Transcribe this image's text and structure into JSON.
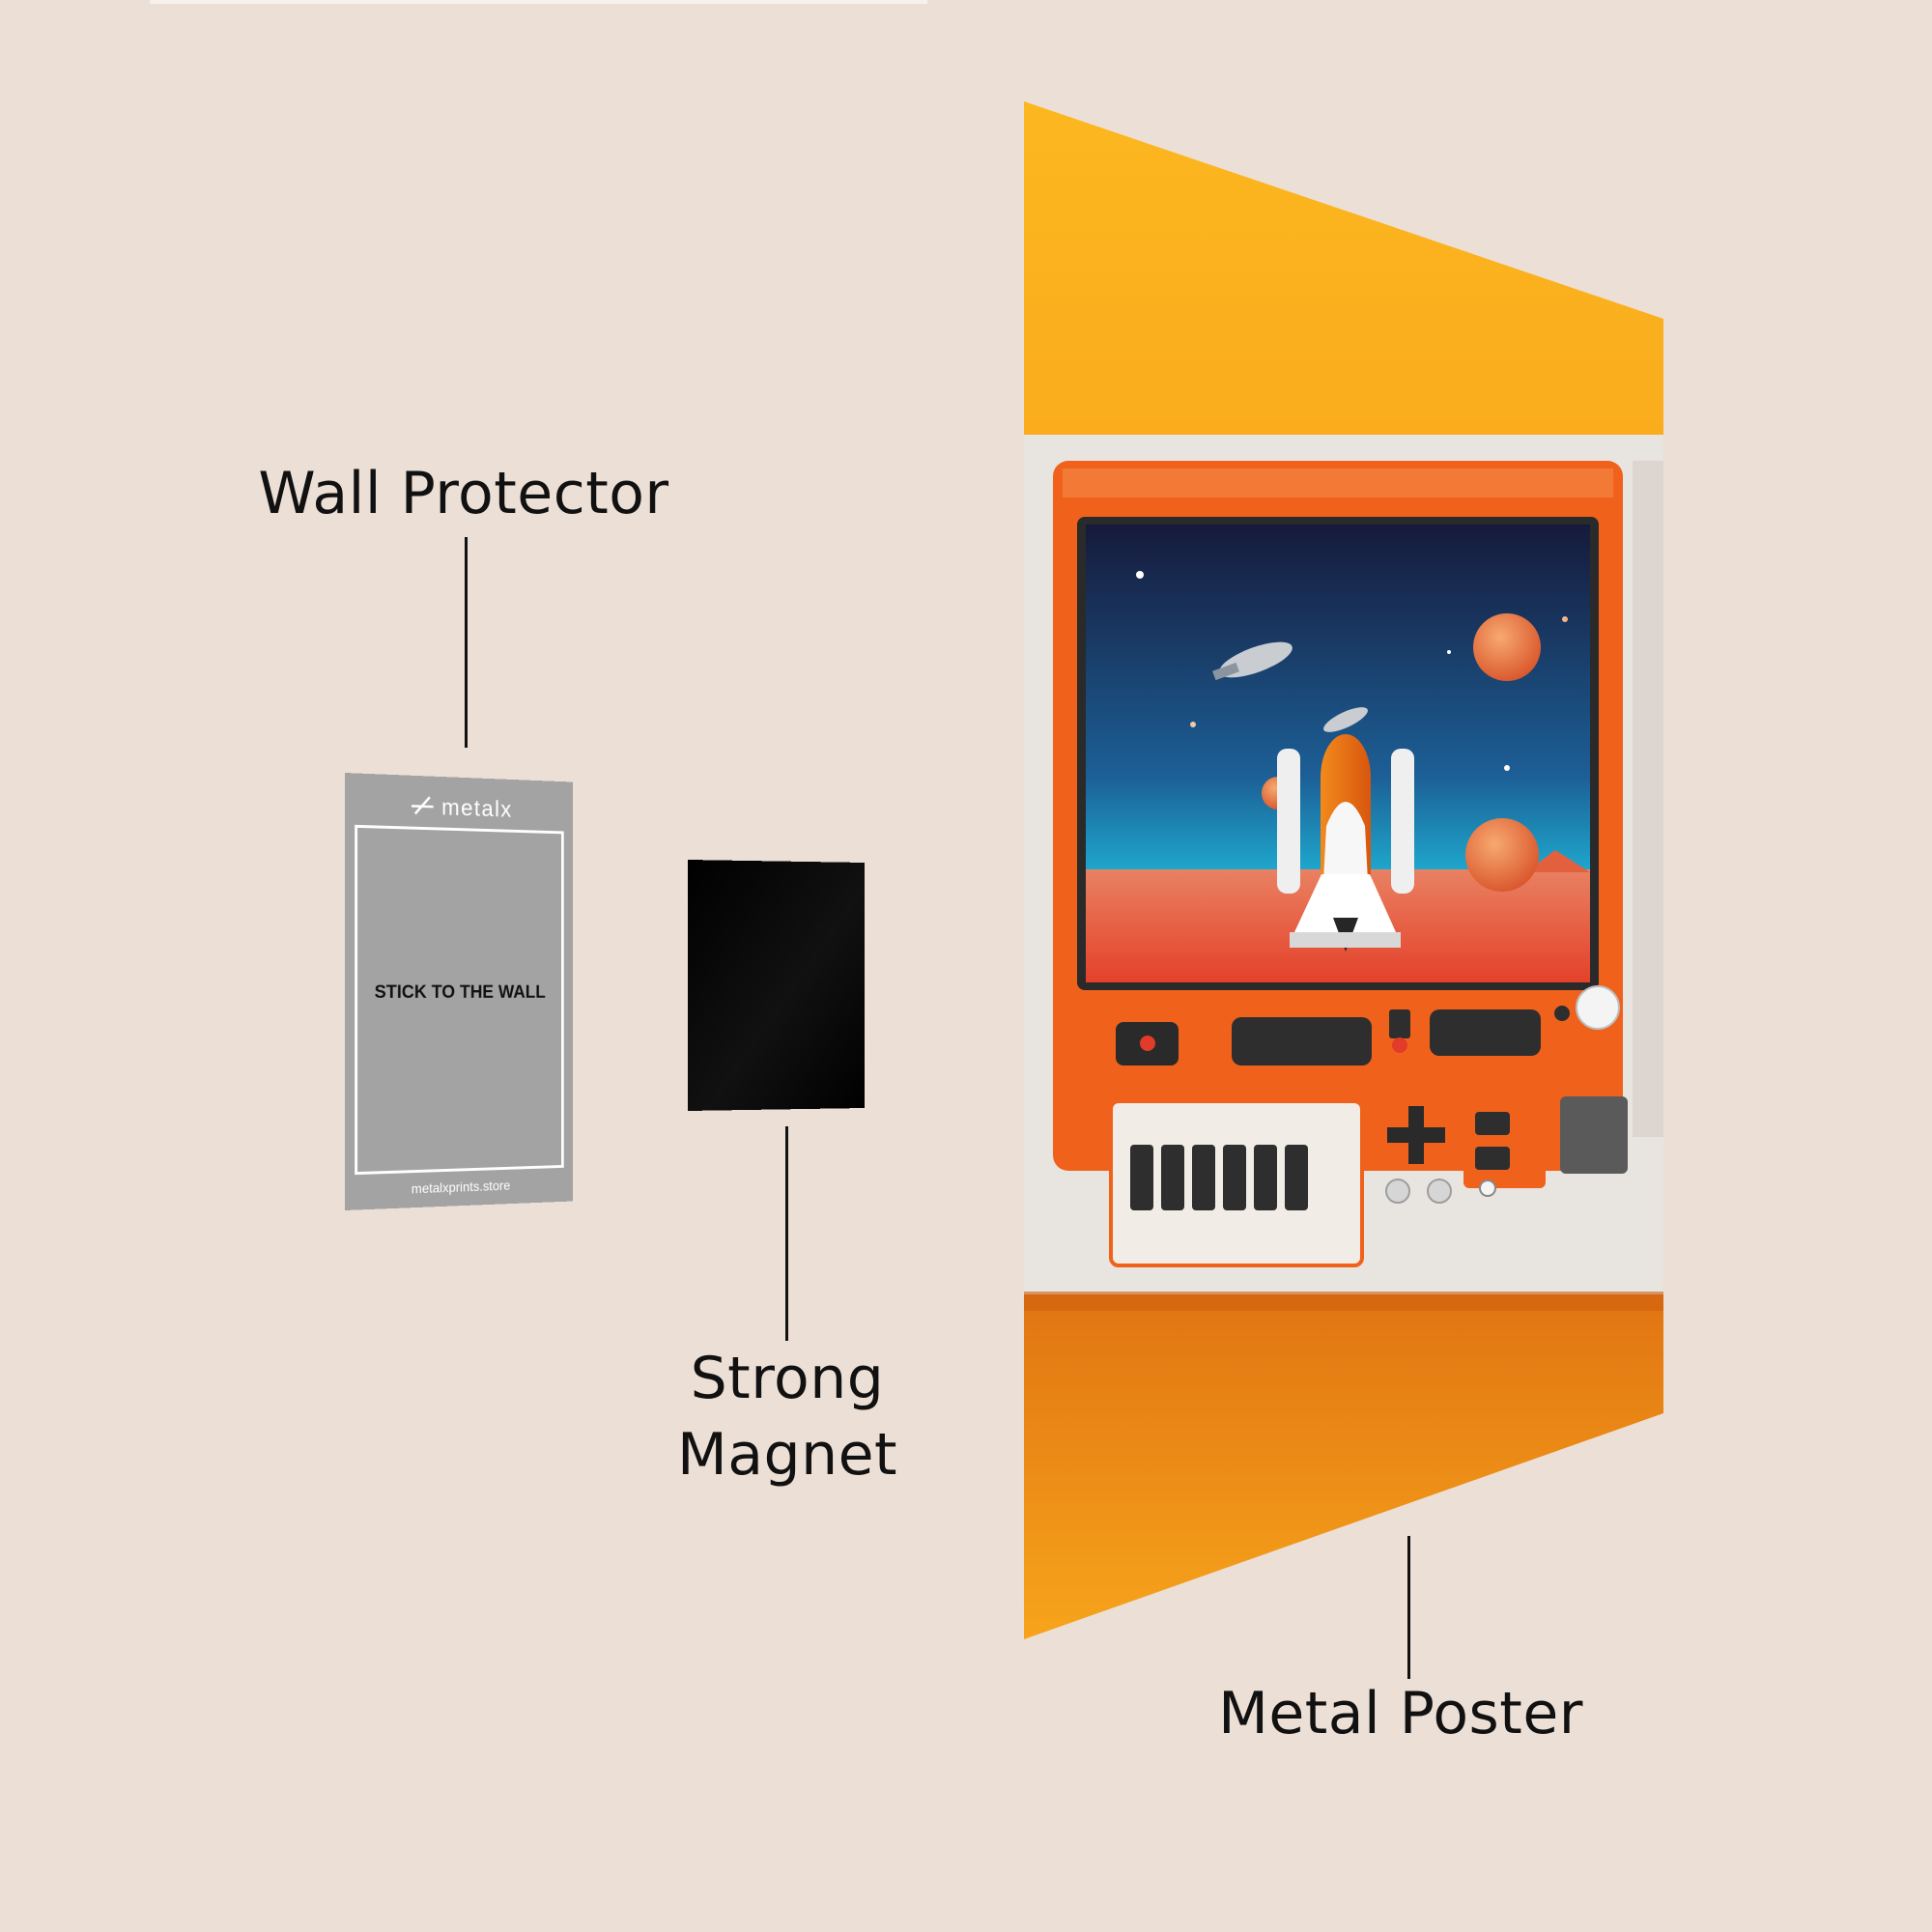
{
  "labels": {
    "wall_protector": "Wall Protector",
    "strong_magnet_line1": "Strong",
    "strong_magnet_line2": "Magnet",
    "metal_poster": "Metal Poster"
  },
  "wall_protector": {
    "brand": "metalx",
    "instruction": "STICK TO THE WALL",
    "website": "metalxprints.store"
  },
  "colors": {
    "background": "#ecdfd6",
    "protector_gray": "#a3a3a3",
    "magnet_black": "#050505",
    "poster_yellow": "#fbb41f",
    "poster_orange": "#ee7d17",
    "console_orange": "#f0621b"
  }
}
